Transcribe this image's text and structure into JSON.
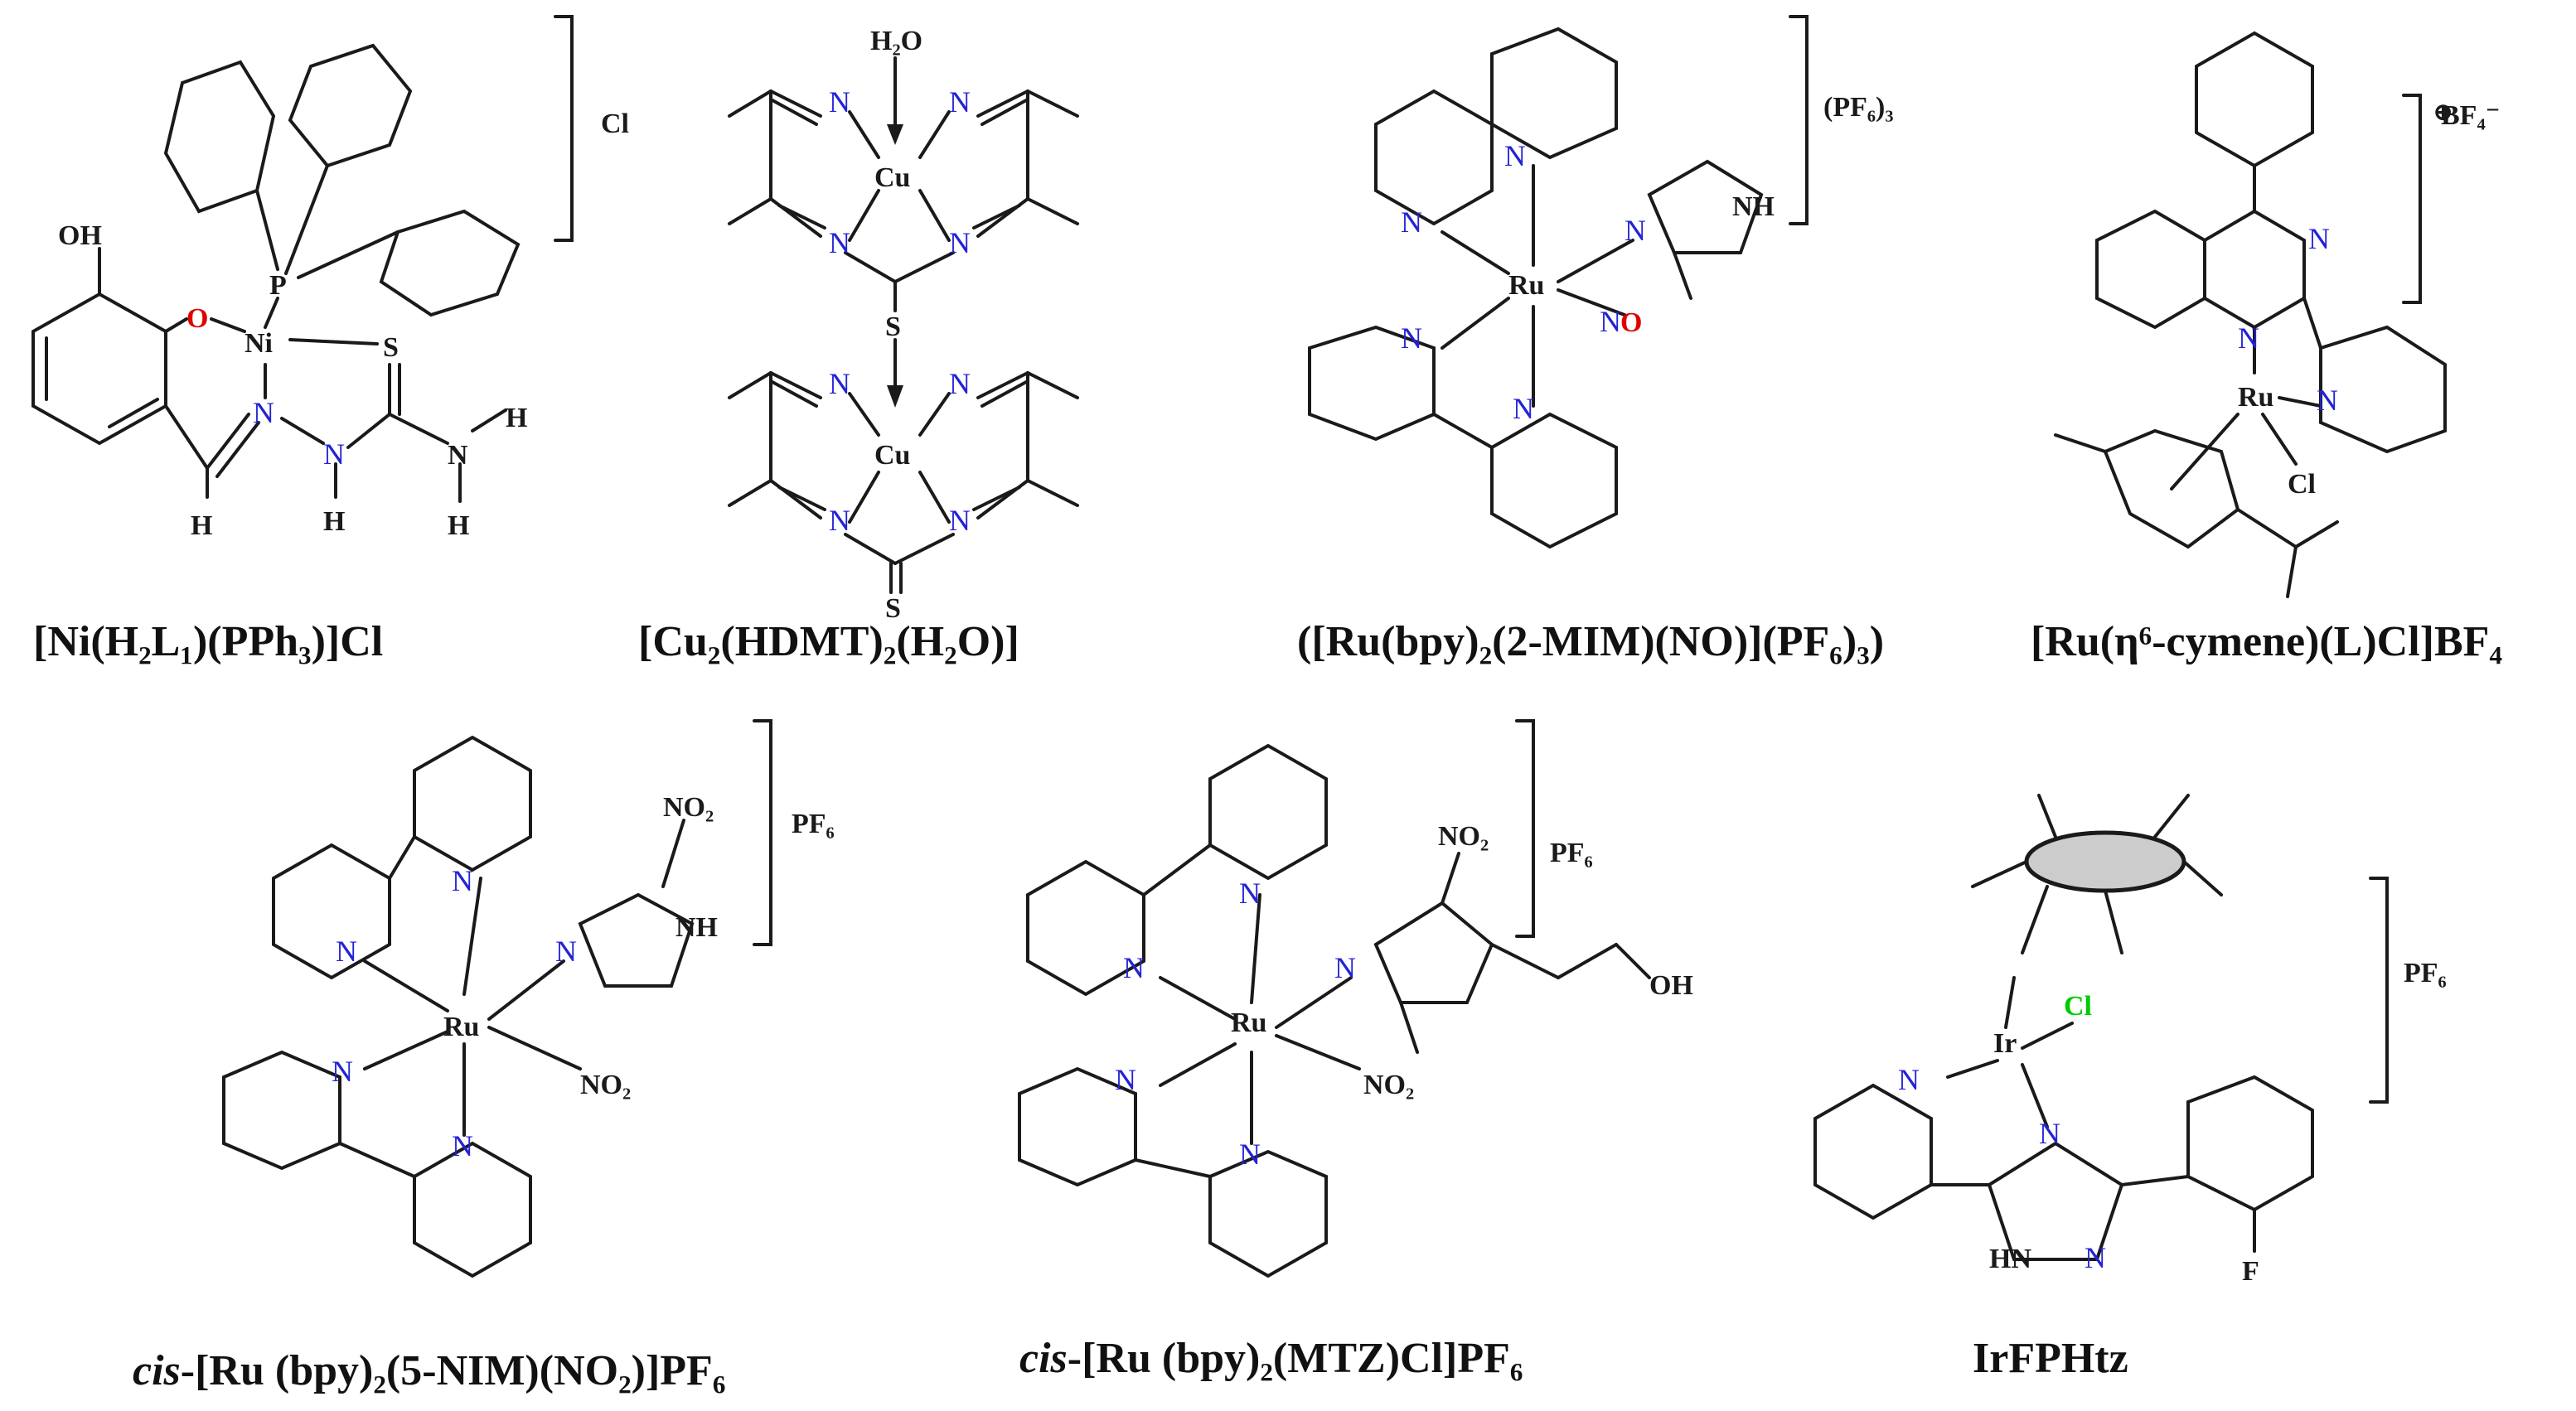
{
  "structures": [
    {
      "caption": "[Ni(H₂L₁)(PPh₃)]Cl",
      "counterion": "Cl",
      "atoms": [
        "OH",
        "O",
        "P",
        "Ni",
        "S",
        "N",
        "N",
        "H",
        "N",
        "H",
        "H",
        "H"
      ]
    },
    {
      "caption": "[Cu₂(HDMT)₂(H₂O)]",
      "counterion": "",
      "atoms": [
        "H₂O",
        "N",
        "N",
        "Cu",
        "N",
        "N",
        "S",
        "N",
        "N",
        "Cu",
        "N",
        "N",
        "S"
      ]
    },
    {
      "caption": "([Ru(bpy)₂(2-MIM)(NO)](PF₆)₃)",
      "counterion": "(PF₆)₃",
      "atoms": [
        "N",
        "N",
        "Ru",
        "N",
        "NH",
        "N",
        "N",
        "N",
        "O"
      ]
    },
    {
      "caption": "[Ru(η⁶-cymene)(L)Cl]BF₄",
      "counterion": "BF₄⁻",
      "charge": "⊕",
      "atoms": [
        "N",
        "N",
        "Ru",
        "N",
        "Cl"
      ]
    },
    {
      "caption": "cis-[Ru (bpy)₂(5-NIM)(NO₂)]PF₆",
      "caption_italic_prefix": "cis",
      "counterion": "PF₆",
      "atoms": [
        "NO₂",
        "N",
        "N",
        "NH",
        "N",
        "Ru",
        "N",
        "NO₂",
        "N"
      ]
    },
    {
      "caption": "cis-[Ru (bpy)₂(MTZ)Cl]PF₆",
      "caption_italic_prefix": "cis",
      "counterion": "PF₆",
      "atoms": [
        "NO₂",
        "N",
        "N",
        "N",
        "OH",
        "Ru",
        "N",
        "NO₂",
        "N"
      ]
    },
    {
      "caption": "IrFPHtz",
      "counterion": "PF₆",
      "atoms": [
        "Cl",
        "Ir",
        "N",
        "N",
        "HN",
        "N",
        "F"
      ]
    }
  ]
}
